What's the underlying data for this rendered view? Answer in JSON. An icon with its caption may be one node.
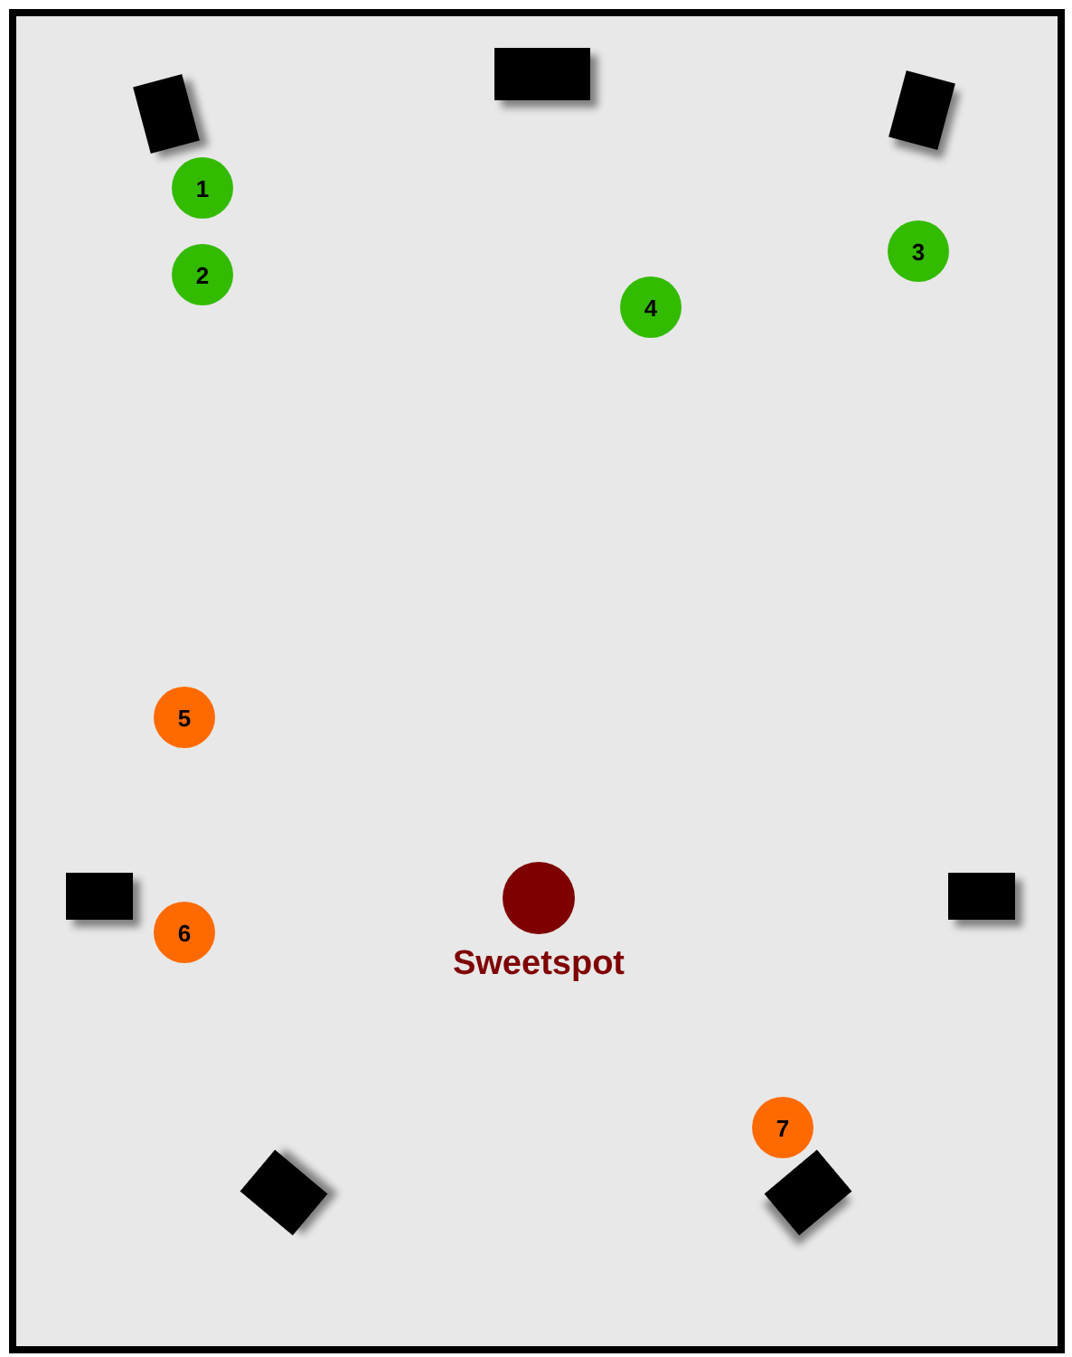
{
  "diagram": {
    "nodes": [
      {
        "text": [
          "1"
        ]
      },
      {
        "text": [
          "2"
        ]
      },
      {
        "text": [
          "3"
        ]
      },
      {
        "text": [
          "4"
        ]
      },
      {
        "text": [
          "5"
        ]
      },
      {
        "text": [
          "6"
        ]
      },
      {
        "text": [
          "7"
        ]
      },
      {
        "text": [
          "Sweetspot"
        ]
      }
    ]
  }
}
